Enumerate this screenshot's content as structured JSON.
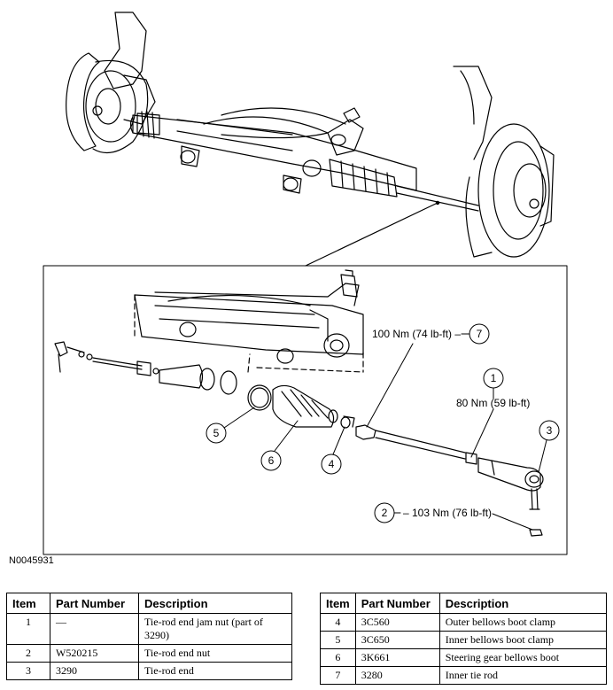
{
  "figure_id": "N0045931",
  "callouts": [
    {
      "number": "1",
      "text": "80 Nm (59 lb-ft)"
    },
    {
      "number": "2",
      "text": "103 Nm (76 lb-ft)"
    },
    {
      "number": "3",
      "text": ""
    },
    {
      "number": "4",
      "text": ""
    },
    {
      "number": "5",
      "text": ""
    },
    {
      "number": "6",
      "text": ""
    },
    {
      "number": "7",
      "text": "100 Nm (74 lb-ft)"
    }
  ],
  "table_headers": {
    "item": "Item",
    "part_number": "Part Number",
    "description": "Description"
  },
  "parts_left": [
    {
      "item": "1",
      "part_number": "—",
      "description": "Tie-rod end jam nut (part of 3290)"
    },
    {
      "item": "2",
      "part_number": "W520215",
      "description": "Tie-rod end nut"
    },
    {
      "item": "3",
      "part_number": "3290",
      "description": "Tie-rod end"
    }
  ],
  "parts_right": [
    {
      "item": "4",
      "part_number": "3C560",
      "description": "Outer bellows boot clamp"
    },
    {
      "item": "5",
      "part_number": "3C650",
      "description": "Inner bellows boot clamp"
    },
    {
      "item": "6",
      "part_number": "3K661",
      "description": "Steering gear bellows boot"
    },
    {
      "item": "7",
      "part_number": "3280",
      "description": "Inner tie rod"
    }
  ]
}
